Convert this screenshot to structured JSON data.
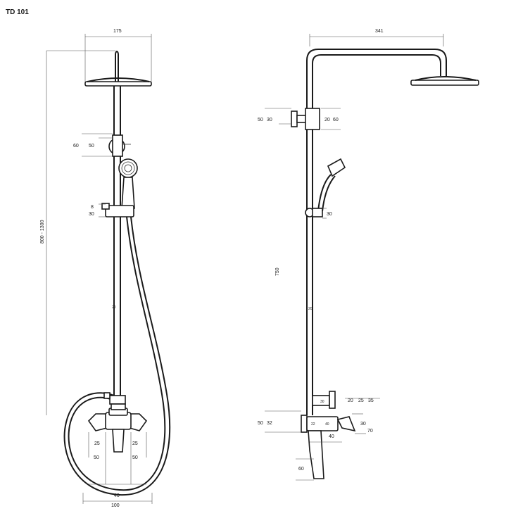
{
  "title": "TD 101",
  "front_view": {
    "dims": {
      "head_width": "175",
      "mount_h1": "60",
      "mount_h2": "50",
      "slider_h1": "8",
      "slider_h2": "30",
      "height_range": "800 - 1300",
      "pipe_small": "20",
      "left_handle": "25",
      "right_handle": "25",
      "left_depth": "50",
      "right_depth": "50",
      "body_width": "40",
      "total_width": "100"
    }
  },
  "side_view": {
    "dims": {
      "arm_length": "341",
      "bracket_left_a": "50",
      "bracket_left_b": "30",
      "bracket_right_a": "20",
      "bracket_right_b": "60",
      "slider_depth": "30",
      "riser_length": "750",
      "pipe_small": "20",
      "diverter_a": "30",
      "diverter_b": "20",
      "diverter_c": "25",
      "diverter_d": "35",
      "mixer_left_a": "50",
      "mixer_left_b": "32",
      "mixer_inner_a": "22",
      "mixer_inner_b": "40",
      "mixer_right_a": "30",
      "mixer_right_b": "70",
      "spout_length": "40",
      "spout_drop": "60"
    }
  }
}
